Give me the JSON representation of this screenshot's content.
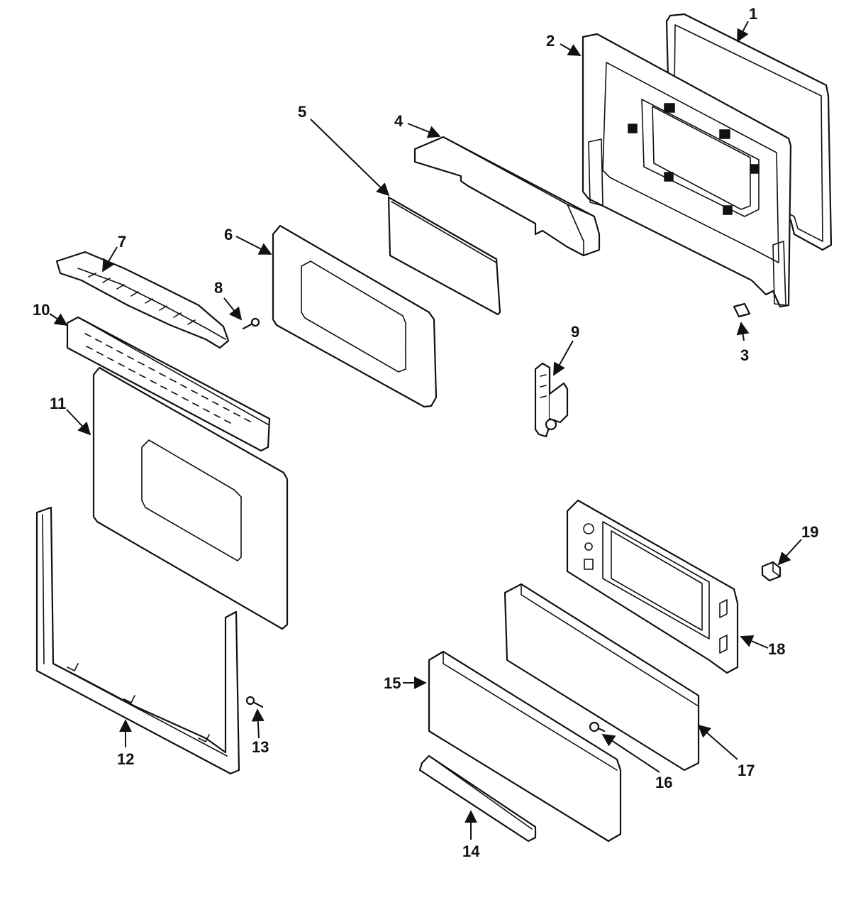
{
  "callouts": [
    {
      "id": "1",
      "label": "1"
    },
    {
      "id": "2",
      "label": "2"
    },
    {
      "id": "3",
      "label": "3"
    },
    {
      "id": "4",
      "label": "4"
    },
    {
      "id": "5",
      "label": "5"
    },
    {
      "id": "6",
      "label": "6"
    },
    {
      "id": "7",
      "label": "7"
    },
    {
      "id": "8",
      "label": "8"
    },
    {
      "id": "9",
      "label": "9"
    },
    {
      "id": "10",
      "label": "10"
    },
    {
      "id": "11",
      "label": "11"
    },
    {
      "id": "12",
      "label": "12"
    },
    {
      "id": "13",
      "label": "13"
    },
    {
      "id": "14",
      "label": "14"
    },
    {
      "id": "15",
      "label": "15"
    },
    {
      "id": "16",
      "label": "16"
    },
    {
      "id": "17",
      "label": "17"
    },
    {
      "id": "18",
      "label": "18"
    },
    {
      "id": "19",
      "label": "19"
    }
  ],
  "colors": {
    "line": "#111111",
    "paper": "#ffffff"
  }
}
